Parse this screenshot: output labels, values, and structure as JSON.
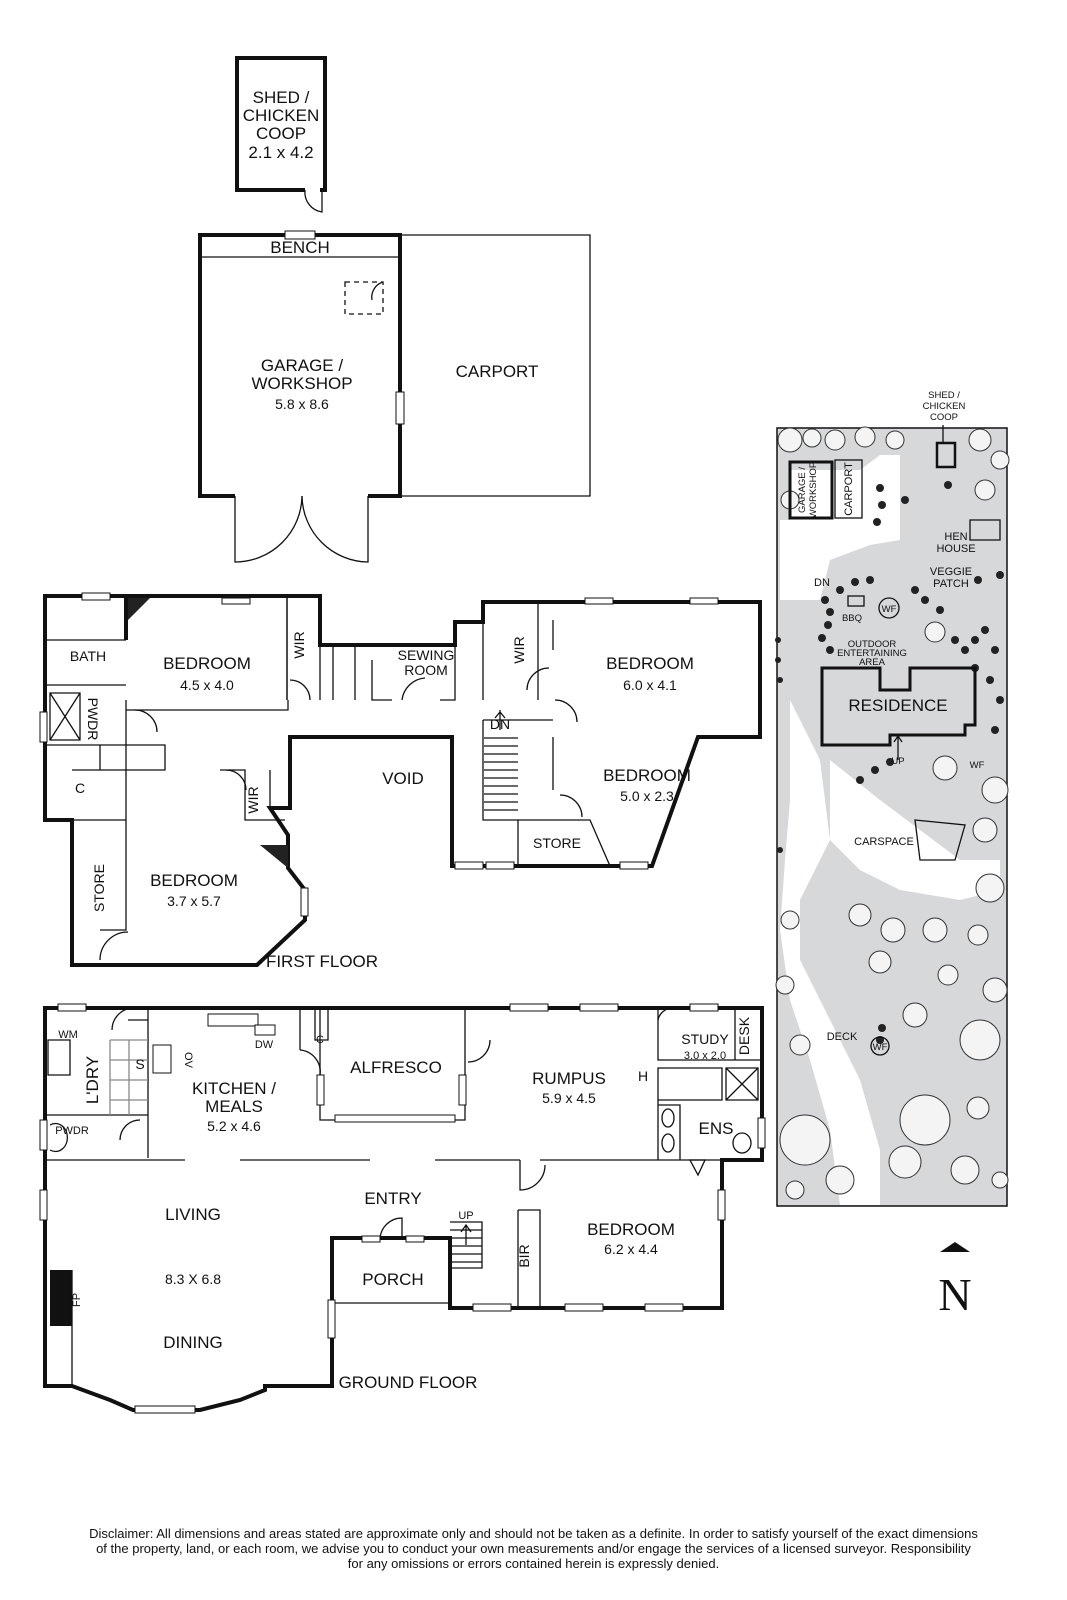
{
  "outbuildings": {
    "shed": {
      "name_line1": "SHED /",
      "name_line2": "CHICKEN",
      "name_line3": "COOP",
      "size": "2.1 x 4.2"
    },
    "bench": "BENCH",
    "garage": {
      "name_line1": "GARAGE /",
      "name_line2": "WORKSHOP",
      "size": "5.8 x 8.6"
    },
    "carport": "CARPORT"
  },
  "first_floor": {
    "title": "FIRST FLOOR",
    "bath": "BATH",
    "pwdr": "PWDR",
    "c": "C",
    "bedroom1": {
      "name": "BEDROOM",
      "size": "4.5 x 4.0"
    },
    "wir1": "WIR",
    "sewing_line1": "SEWING",
    "sewing_line2": "ROOM",
    "wir2": "WIR",
    "bedroom2": {
      "name": "BEDROOM",
      "size": "6.0 x 4.1"
    },
    "dn": "DN",
    "void": "VOID",
    "bedroom3": {
      "name": "BEDROOM",
      "size": "5.0 x 2.3"
    },
    "store1": "STORE",
    "wir3": "WIR",
    "bedroom4": {
      "name": "BEDROOM",
      "size": "3.7 x 5.7"
    },
    "store2": "STORE"
  },
  "ground_floor": {
    "title": "GROUND FLOOR",
    "wm": "WM",
    "ldry": "L'DRY",
    "s": "S",
    "ov": "OV",
    "dw": "DW",
    "c": "C",
    "kitchen": {
      "name_line1": "KITCHEN /",
      "name_line2": "MEALS",
      "size": "5.2 x 4.6"
    },
    "alfresco": "ALFRESCO",
    "rumpus": {
      "name": "RUMPUS",
      "size": "5.9 x 4.5"
    },
    "h": "H",
    "study": {
      "name": "STUDY",
      "size": "3.0 x 2.0"
    },
    "desk": "DESK",
    "ens": "ENS",
    "pwdr": "PWDR",
    "living": "LIVING",
    "living_size": "8.3 X 6.8",
    "dining": "DINING",
    "fp": "FP",
    "entry": "ENTRY",
    "up": "UP",
    "porch": "PORCH",
    "bir": "BIR",
    "bedroom": {
      "name": "BEDROOM",
      "size": "6.2 x 4.4"
    }
  },
  "site_plan": {
    "shed_line1": "SHED /",
    "shed_line2": "CHICKEN",
    "shed_line3": "COOP",
    "garage_line1": "GARAGE /",
    "garage_line2": "WORKSHOP",
    "carport": "CARPORT",
    "hen_line1": "HEN",
    "hen_line2": "HOUSE",
    "veggie_line1": "VEGGIE",
    "veggie_line2": "PATCH",
    "dn": "DN",
    "bbq": "BBQ",
    "wf": "WF",
    "outdoor_line1": "OUTDOOR",
    "outdoor_line2": "ENTERTAINING",
    "outdoor_line3": "AREA",
    "residence": "RESIDENCE",
    "up": "UP",
    "carspace": "CARSPACE",
    "deck": "DECK"
  },
  "compass": "N",
  "disclaimer": {
    "line1": "Disclaimer: All dimensions and areas stated are approximate only and should not be taken as a definite. In order to satisfy yourself of the exact dimensions",
    "line2": "of the property, land, or each room, we advise you to conduct your own measurements and/or engage the services of a licensed surveyor. Responsibility",
    "line3": "for any omissions or errors contained herein is expressly denied."
  }
}
